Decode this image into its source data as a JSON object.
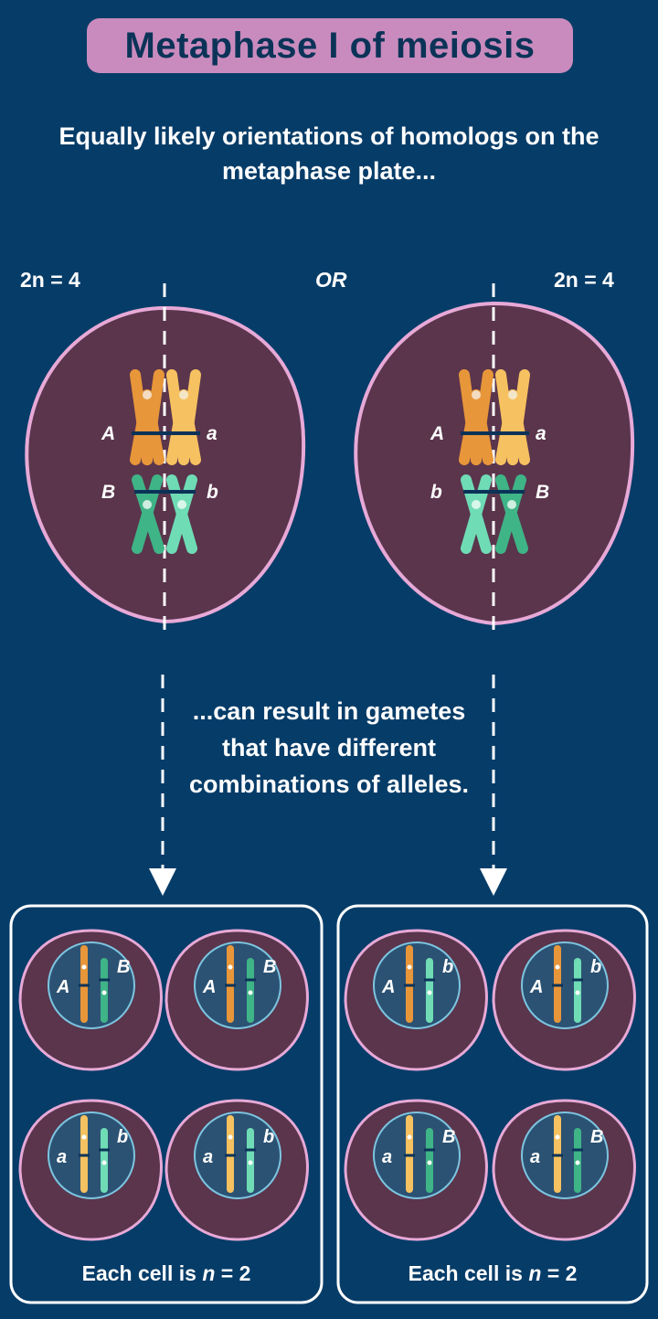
{
  "title": "Metaphase I of meiosis",
  "subtitle": "Equally likely orientations of homologs on the metaphase plate...",
  "ploidy_left": "2n = 4",
  "or_label": "OR",
  "ploidy_right": "2n = 4",
  "result_text": "...can result in gametes that have different combinations of alleles.",
  "caption_left_prefix": "Each cell is ",
  "caption_left_n": "n",
  "caption_left_suffix": " = 2",
  "caption_right_prefix": "Each cell is ",
  "caption_right_n": "n",
  "caption_right_suffix": " = 2",
  "left_cell": {
    "top_left": "A",
    "top_right": "a",
    "bottom_left": "B",
    "bottom_right": "b"
  },
  "right_cell": {
    "top_left": "A",
    "top_right": "a",
    "bottom_left": "b",
    "bottom_right": "B"
  },
  "gametes_left": [
    {
      "left": "A",
      "right": "B"
    },
    {
      "left": "A",
      "right": "B"
    },
    {
      "left": "a",
      "right": "b"
    },
    {
      "left": "a",
      "right": "b"
    }
  ],
  "gametes_right": [
    {
      "left": "A",
      "right": "b"
    },
    {
      "left": "A",
      "right": "b"
    },
    {
      "left": "a",
      "right": "B"
    },
    {
      "left": "a",
      "right": "B"
    }
  ],
  "colors": {
    "background": "#063c68",
    "title_box": "#c98bbd",
    "cell_fill": "#5a354c",
    "cell_outline": "#e7a9d7",
    "nucleus": "#2c5273",
    "orange_dark": "#e8963a",
    "orange_light": "#f6c160",
    "green_dark": "#3fb487",
    "green_light": "#6fdcb6"
  }
}
